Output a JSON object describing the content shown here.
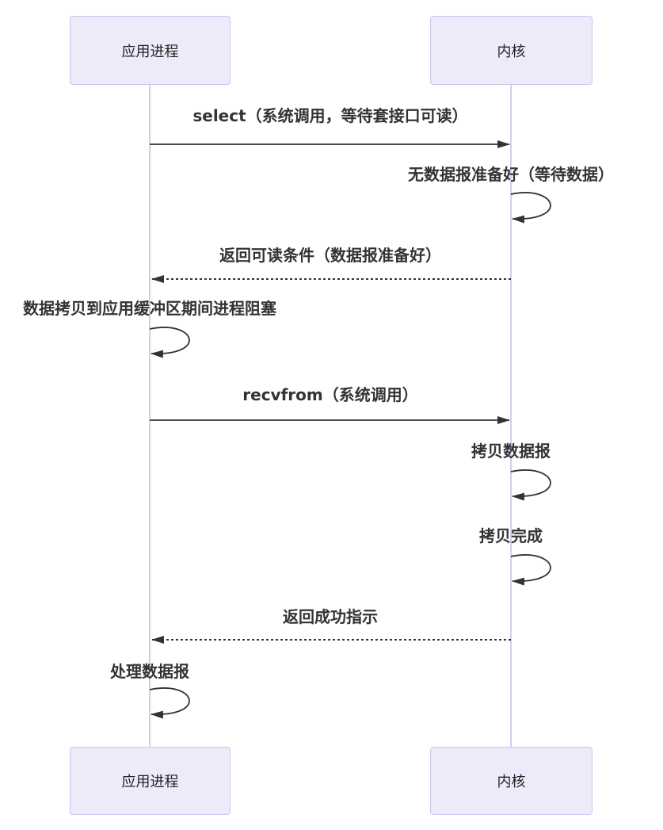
{
  "diagram": {
    "type": "sequence",
    "actors": [
      {
        "id": "app",
        "label": "应用进程"
      },
      {
        "id": "kernel",
        "label": "内核"
      }
    ],
    "messages": [
      {
        "from": "app",
        "to": "kernel",
        "style": "solid",
        "label": "select（系统调用，等待套接口可读）"
      },
      {
        "self": "kernel",
        "style": "self-loop",
        "label": "无数据报准备好（等待数据）"
      },
      {
        "from": "kernel",
        "to": "app",
        "style": "dashed",
        "label": "返回可读条件（数据报准备好）"
      },
      {
        "self": "app",
        "style": "self-loop",
        "label": "数据拷贝到应用缓冲区期间进程阻塞"
      },
      {
        "from": "app",
        "to": "kernel",
        "style": "solid",
        "label": "recvfrom（系统调用）"
      },
      {
        "self": "kernel",
        "style": "self-loop",
        "label": "拷贝数据报"
      },
      {
        "self": "kernel",
        "style": "self-loop",
        "label": "拷贝完成"
      },
      {
        "from": "kernel",
        "to": "app",
        "style": "dashed",
        "label": "返回成功指示"
      },
      {
        "self": "app",
        "style": "self-loop",
        "label": "处理数据报"
      }
    ],
    "colors": {
      "actor_fill": "#ECEBFA",
      "actor_border": "#CDC5EA",
      "lifeline": "#D6CDEE",
      "message_line": "#333333",
      "text": "#333333",
      "background": "#FFFFFF"
    }
  }
}
